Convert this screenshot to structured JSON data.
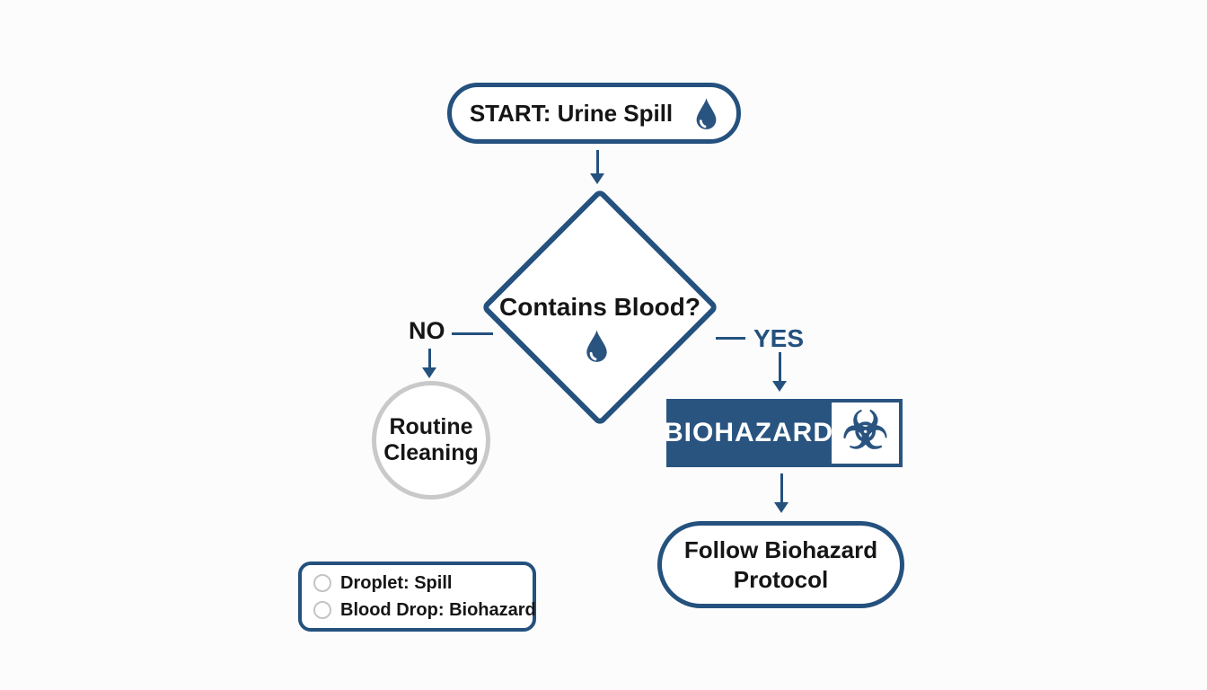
{
  "flowchart": {
    "start_label": "START: Urine Spill",
    "decision_label": "Contains Blood?",
    "no_label": "NO",
    "yes_label": "YES",
    "routine_label": "Routine Cleaning",
    "biohazard_label": "BIOHAZARD",
    "protocol_label": "Follow Biohazard Protocol"
  },
  "legend": {
    "items": [
      {
        "icon": "circle-icon",
        "label": "Droplet: Spill"
      },
      {
        "icon": "circle-icon",
        "label": "Blood Drop: Biohazard"
      }
    ]
  },
  "icons": {
    "start": "droplet-icon",
    "decision": "droplet-icon",
    "biohazard": "biohazard-icon",
    "biohazard_glyph": "☣"
  },
  "colors": {
    "accent_blue": "#24517e",
    "biohazard_fill": "#2a5480",
    "circle_gray": "#c9c9c9",
    "text_black": "#151515",
    "background": "#fcfcfc"
  }
}
